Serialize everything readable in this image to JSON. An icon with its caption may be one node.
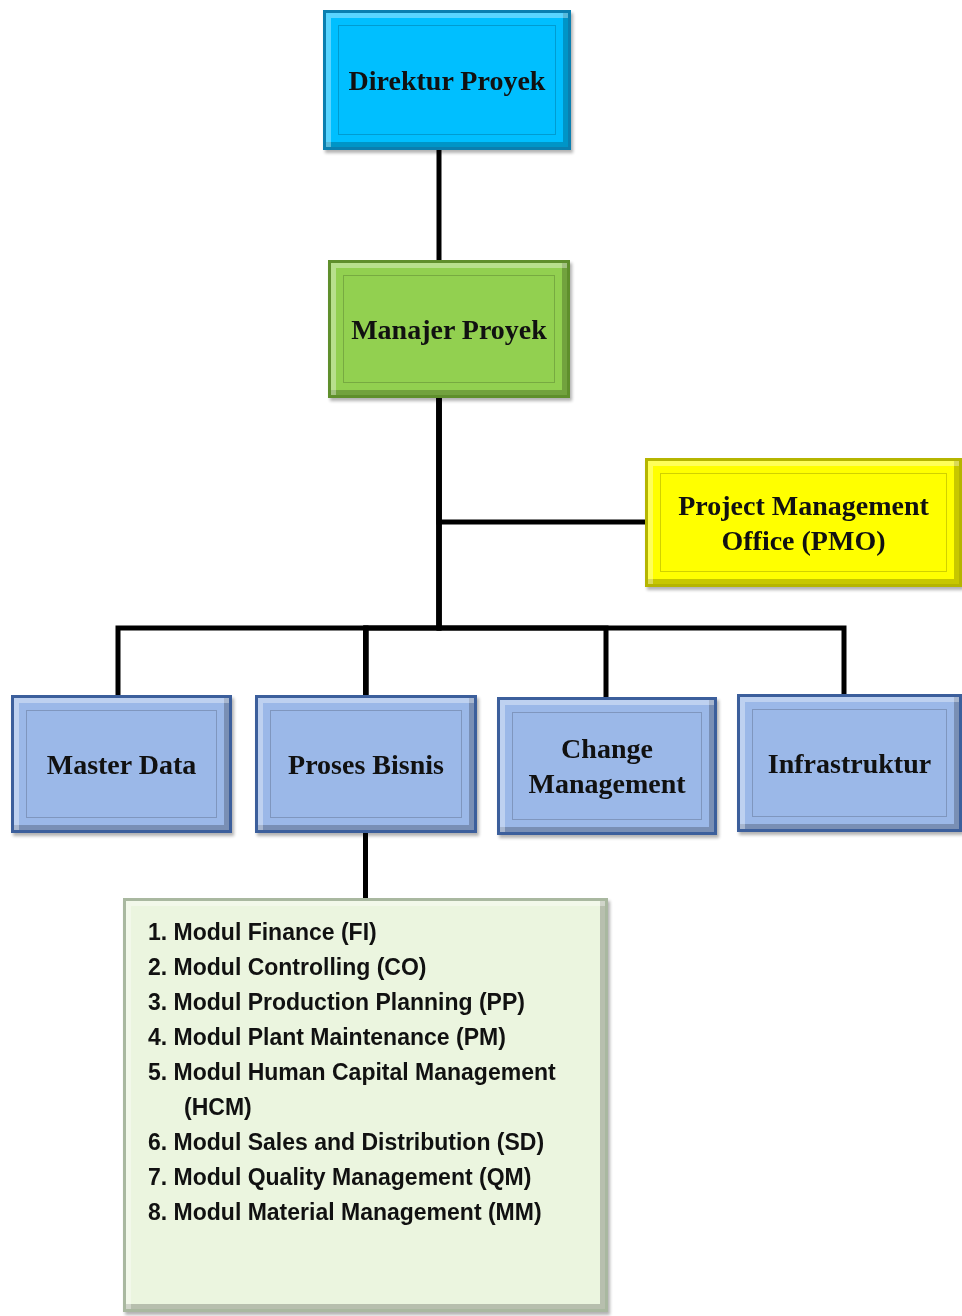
{
  "diagram": {
    "nodes": [
      {
        "text": [
          "Direktur Proyek"
        ]
      },
      {
        "text": [
          "Manajer Proyek"
        ]
      },
      {
        "text": [
          "Project Management Office (PMO)"
        ]
      },
      {
        "text": [
          "Master Data"
        ]
      },
      {
        "text": [
          "Proses Bisnis"
        ]
      },
      {
        "text": [
          "Change Management"
        ]
      },
      {
        "text": [
          "Infrastruktur"
        ]
      },
      {
        "text": [
          "1. Modul Finance (FI)",
          "2. Modul Controlling (CO)",
          "3. Modul Production Planning (PP)",
          "4. Modul Plant Maintenance (PM)",
          "5. Modul Human Capital Management (HCM)",
          "6. Modul Sales and Distribution (SD)",
          "7. Modul Quality Management (QM)",
          "8. Modul Material Management (MM)"
        ]
      }
    ],
    "edges": [
      {
        "from": 0,
        "to": 1,
        "arrow": "none"
      },
      {
        "from": 1,
        "to": 2,
        "arrow": "none"
      },
      {
        "from": 1,
        "to": 3,
        "arrow": "none"
      },
      {
        "from": 1,
        "to": 4,
        "arrow": "none"
      },
      {
        "from": 1,
        "to": 5,
        "arrow": "none"
      },
      {
        "from": 1,
        "to": 6,
        "arrow": "none"
      },
      {
        "from": 4,
        "to": 7,
        "arrow": "none"
      }
    ]
  }
}
